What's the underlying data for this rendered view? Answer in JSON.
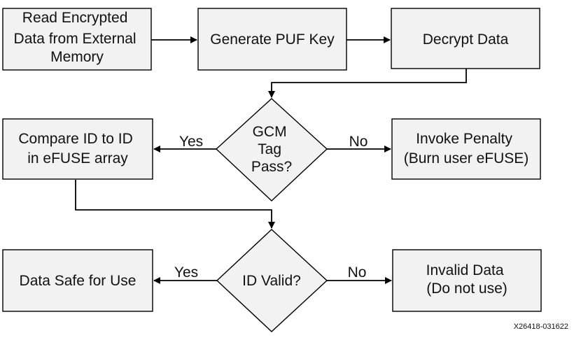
{
  "nodes": {
    "read_data": [
      "Read Encrypted",
      "Data from External",
      "Memory"
    ],
    "gen_puf": [
      "Generate PUF Key"
    ],
    "decrypt": [
      "Decrypt Data"
    ],
    "gcm_check": [
      "GCM",
      "Tag",
      "Pass?"
    ],
    "compare_id": [
      "Compare ID to ID",
      "in eFUSE array"
    ],
    "penalty": [
      "Invoke Penalty",
      "(Burn user eFUSE)"
    ],
    "id_valid": [
      "ID Valid?"
    ],
    "data_safe": [
      "Data Safe for Use"
    ],
    "invalid_data": [
      "Invalid Data",
      "(Do not use)"
    ]
  },
  "edges": {
    "gcm_yes": "Yes",
    "gcm_no": "No",
    "id_yes": "Yes",
    "id_no": "No"
  },
  "figure_id": "X26418-031622"
}
